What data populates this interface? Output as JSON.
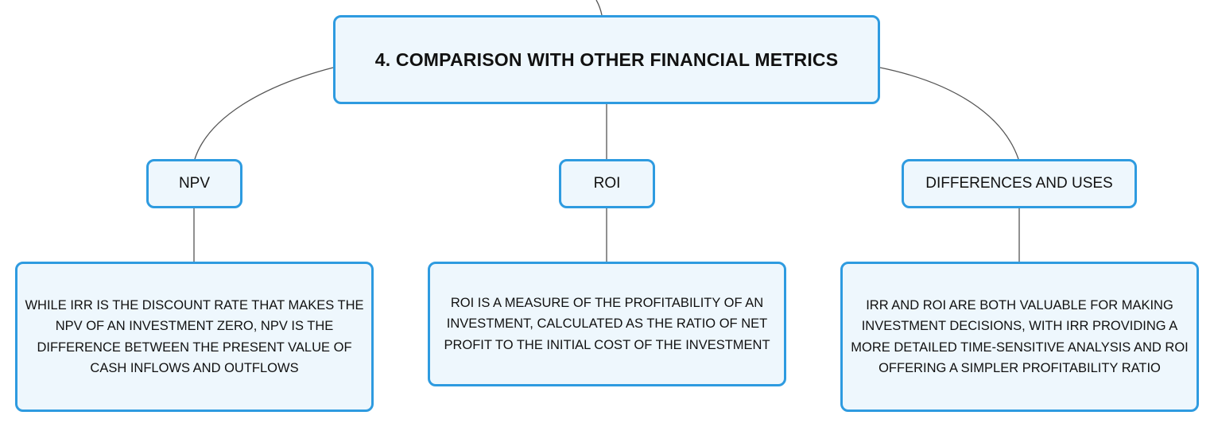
{
  "diagram": {
    "root": {
      "label": "4. COMPARISON WITH OTHER FINANCIAL METRICS"
    },
    "branches": [
      {
        "label": "NPV",
        "detail": "WHILE IRR IS THE DISCOUNT RATE THAT MAKES THE NPV OF AN INVESTMENT ZERO, NPV IS THE DIFFERENCE BETWEEN THE PRESENT VALUE OF CASH INFLOWS AND OUTFLOWS"
      },
      {
        "label": "ROI",
        "detail": "ROI IS A MEASURE OF THE PROFITABILITY OF AN INVESTMENT, CALCULATED AS THE RATIO OF NET PROFIT TO THE INITIAL COST OF THE INVESTMENT"
      },
      {
        "label": "DIFFERENCES AND USES",
        "detail": "IRR AND ROI ARE BOTH VALUABLE FOR MAKING INVESTMENT DECISIONS, WITH IRR PROVIDING A MORE DETAILED TIME-SENSITIVE ANALYSIS AND ROI OFFERING A SIMPLER PROFITABILITY RATIO"
      }
    ],
    "colors": {
      "node_border": "#2e9be0",
      "node_fill": "#eef7fd",
      "connector": "#555555",
      "text": "#111111"
    }
  }
}
